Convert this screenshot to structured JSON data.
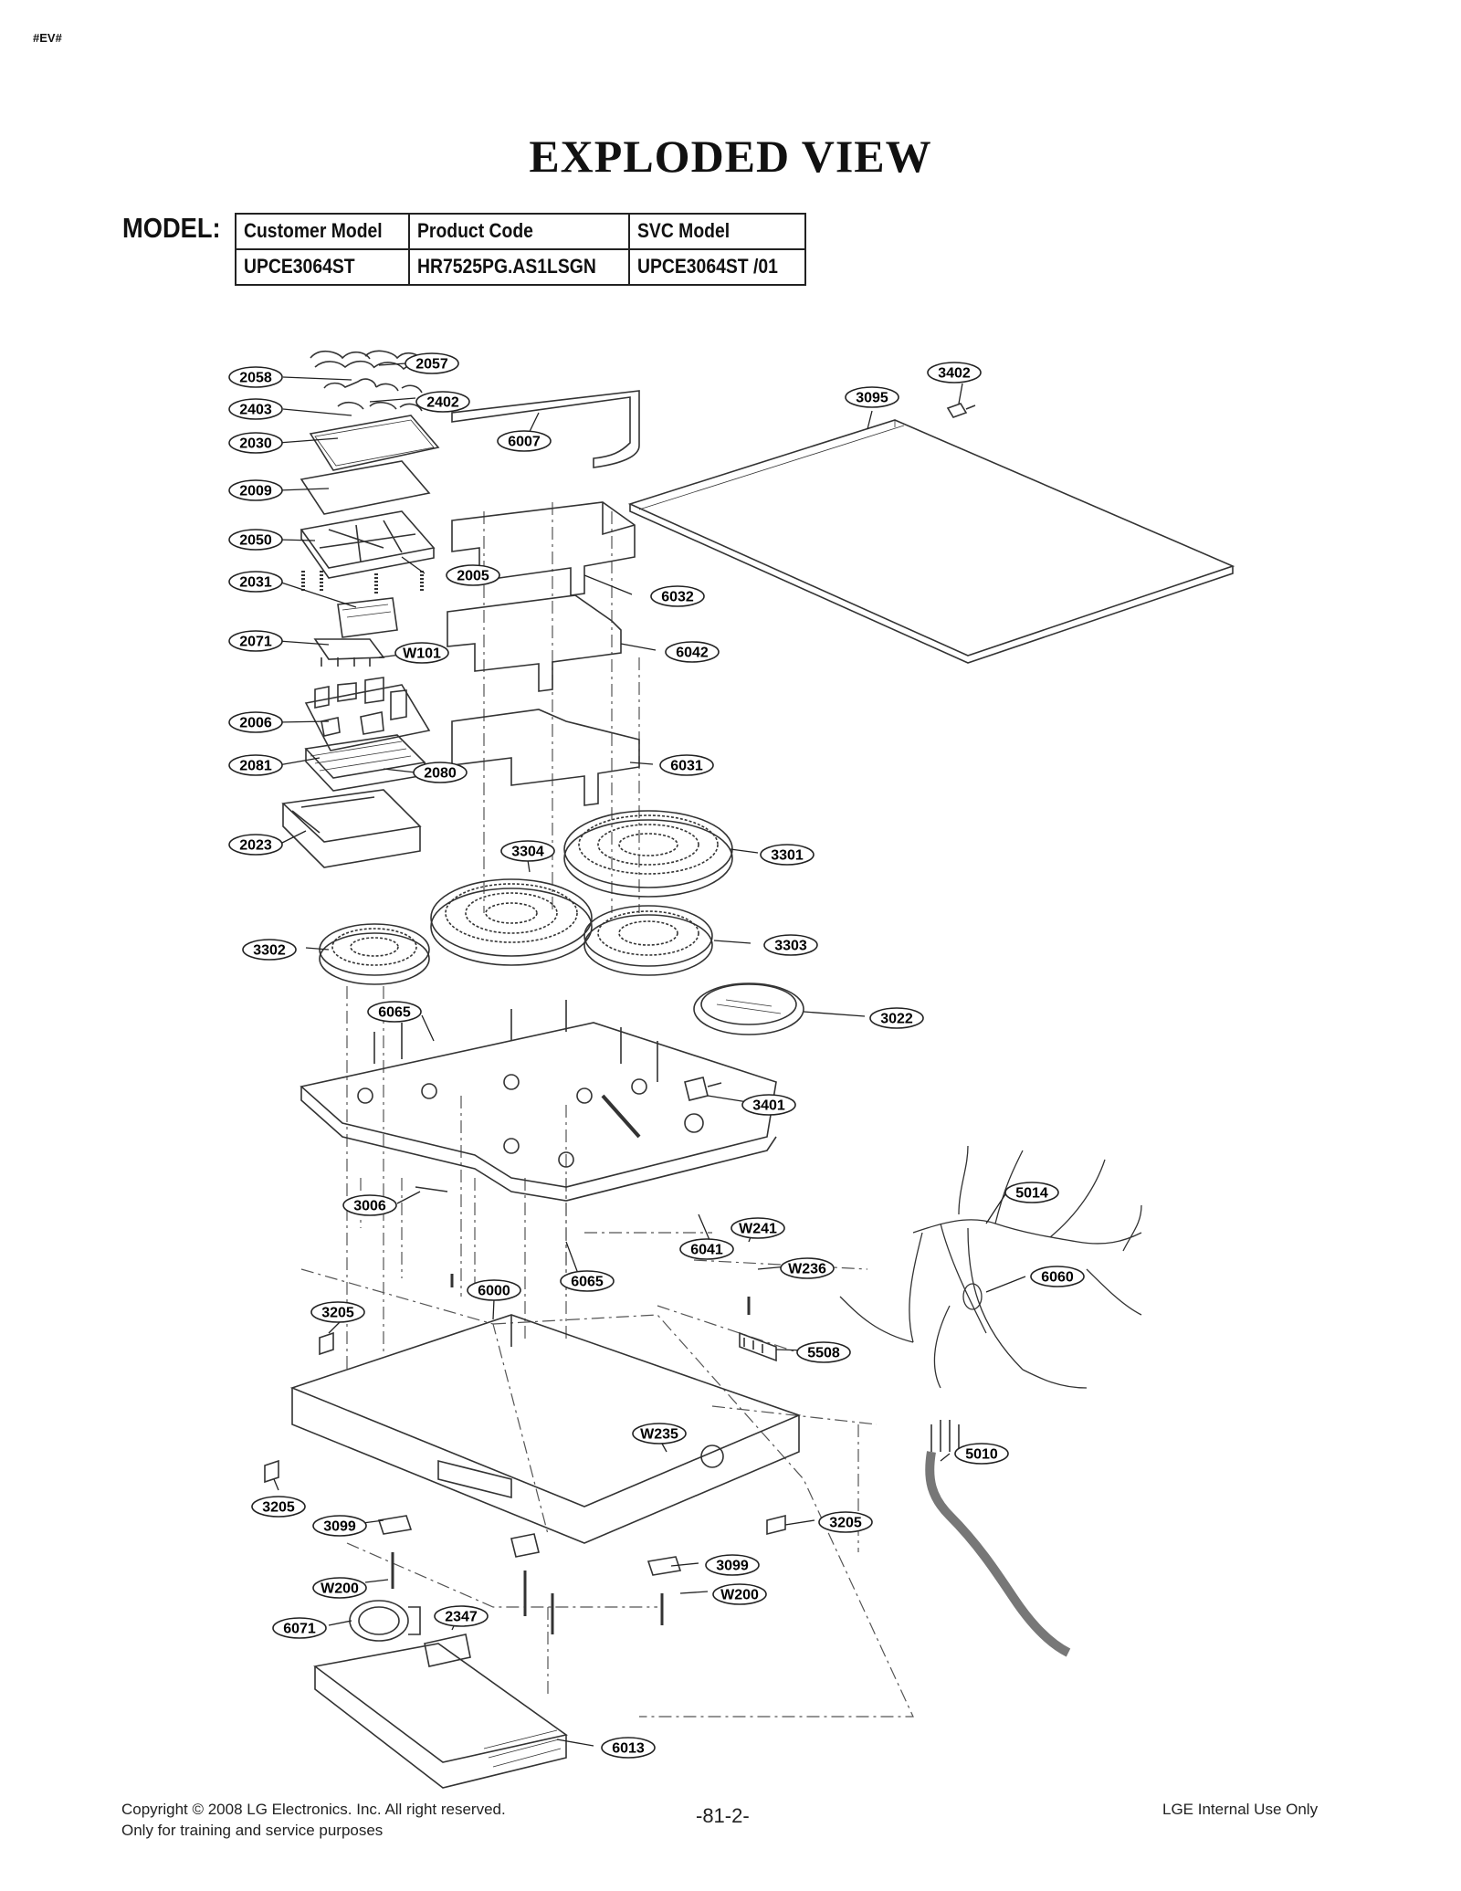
{
  "header_tag": "#EV#",
  "title": "EXPLODED VIEW",
  "model": {
    "label": "MODEL:",
    "headers": [
      "Customer Model",
      "Product Code",
      "SVC Model"
    ],
    "values": [
      "UPCE3064ST",
      "HR7525PG.AS1LSGN",
      "UPCE3064ST /01"
    ]
  },
  "callouts": [
    {
      "id": "c2057",
      "label": "2057"
    },
    {
      "id": "c2058",
      "label": "2058"
    },
    {
      "id": "c2402",
      "label": "2402"
    },
    {
      "id": "c2403",
      "label": "2403"
    },
    {
      "id": "c2030",
      "label": "2030"
    },
    {
      "id": "c6007",
      "label": "6007"
    },
    {
      "id": "c2009",
      "label": "2009"
    },
    {
      "id": "c2050",
      "label": "2050"
    },
    {
      "id": "c2005",
      "label": "2005"
    },
    {
      "id": "c2031",
      "label": "2031"
    },
    {
      "id": "c6032",
      "label": "6032"
    },
    {
      "id": "c2071",
      "label": "2071"
    },
    {
      "id": "cW101",
      "label": "W101"
    },
    {
      "id": "c6042",
      "label": "6042"
    },
    {
      "id": "c2006",
      "label": "2006"
    },
    {
      "id": "c2081",
      "label": "2081"
    },
    {
      "id": "c2080",
      "label": "2080"
    },
    {
      "id": "c6031",
      "label": "6031"
    },
    {
      "id": "c2023",
      "label": "2023"
    },
    {
      "id": "c3304",
      "label": "3304"
    },
    {
      "id": "c3301",
      "label": "3301"
    },
    {
      "id": "c3302",
      "label": "3302"
    },
    {
      "id": "c3303",
      "label": "3303"
    },
    {
      "id": "c3402",
      "label": "3402"
    },
    {
      "id": "c3095",
      "label": "3095"
    },
    {
      "id": "c6065a",
      "label": "6065"
    },
    {
      "id": "c3022",
      "label": "3022"
    },
    {
      "id": "c3401",
      "label": "3401"
    },
    {
      "id": "c5014",
      "label": "5014"
    },
    {
      "id": "c3006",
      "label": "3006"
    },
    {
      "id": "cW241",
      "label": "W241"
    },
    {
      "id": "c6041",
      "label": "6041"
    },
    {
      "id": "cW236",
      "label": "W236"
    },
    {
      "id": "c6060",
      "label": "6060"
    },
    {
      "id": "c6065b",
      "label": "6065"
    },
    {
      "id": "c6000",
      "label": "6000"
    },
    {
      "id": "c3205a",
      "label": "3205"
    },
    {
      "id": "c5508",
      "label": "5508"
    },
    {
      "id": "cW235",
      "label": "W235"
    },
    {
      "id": "c5010",
      "label": "5010"
    },
    {
      "id": "c3205b",
      "label": "3205"
    },
    {
      "id": "c3099a",
      "label": "3099"
    },
    {
      "id": "c3205c",
      "label": "3205"
    },
    {
      "id": "c3099b",
      "label": "3099"
    },
    {
      "id": "cW200a",
      "label": "W200"
    },
    {
      "id": "cW200b",
      "label": "W200"
    },
    {
      "id": "c2347",
      "label": "2347"
    },
    {
      "id": "c6071",
      "label": "6071"
    },
    {
      "id": "c6013",
      "label": "6013"
    }
  ],
  "footer": {
    "copyright": "Copyright © 2008 LG Electronics. Inc. All right reserved.",
    "training": "Only for training and service purposes",
    "page": "-81-2-",
    "internal": "LGE Internal Use Only"
  }
}
